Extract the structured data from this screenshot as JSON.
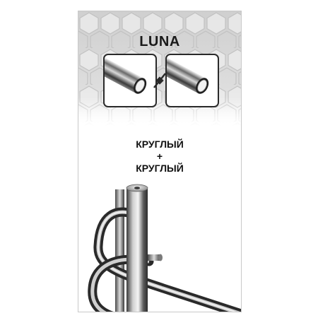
{
  "title": "LUNA",
  "profiles": [
    {
      "name": "round-profile-left",
      "icon": "round-tube-icon"
    },
    {
      "name": "round-profile-right",
      "icon": "round-tube-icon"
    }
  ],
  "caption": {
    "line1": "КРУГЛЫЙ",
    "operator": "+",
    "line2": "КРУГЛЫЙ"
  },
  "colors": {
    "chrome": "#9a9a9a",
    "frame": "#2a2a2a",
    "background_band": "#d9d9d9"
  }
}
